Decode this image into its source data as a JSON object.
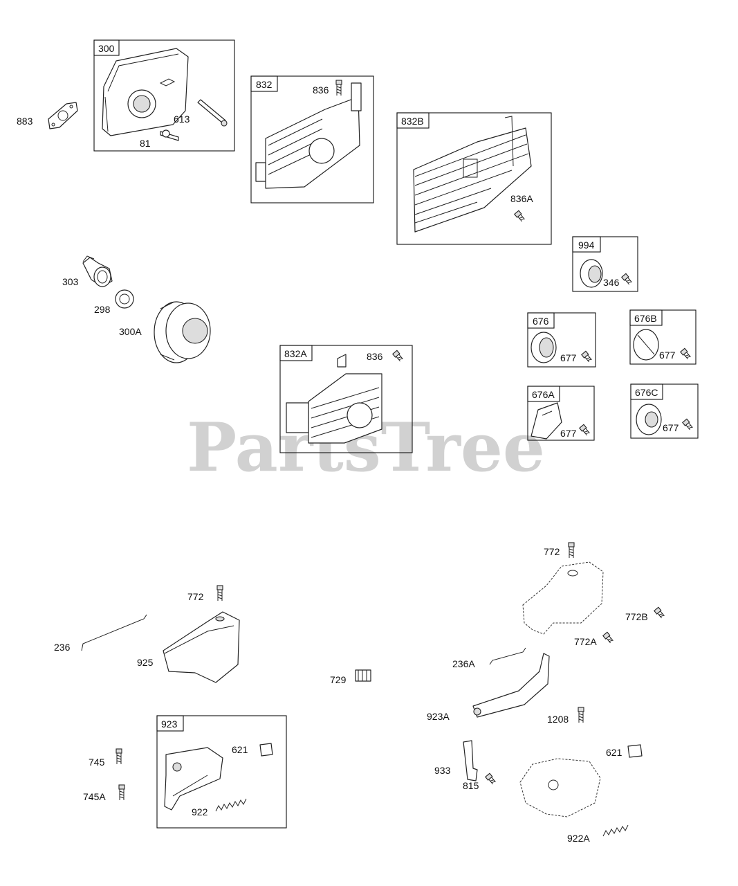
{
  "watermark": "PartsTree",
  "boxes": {
    "b300": "300",
    "b832": "832",
    "b832B": "832B",
    "b994": "994",
    "b676": "676",
    "b676B": "676B",
    "b832A": "832A",
    "b676A": "676A",
    "b676C": "676C",
    "b923": "923"
  },
  "labels": {
    "l883": "883",
    "l613": "613",
    "l81": "81",
    "l836a": "836",
    "l836A": "836A",
    "l346": "346",
    "l303": "303",
    "l298": "298",
    "l300A": "300A",
    "l836b": "836",
    "l677a": "677",
    "l677b": "677",
    "l677c": "677",
    "l677d": "677",
    "l772a": "772",
    "l772b": "772",
    "l772B": "772B",
    "l772A": "772A",
    "l236": "236",
    "l925": "925",
    "l729": "729",
    "l236A": "236A",
    "l923A": "923A",
    "l1208": "1208",
    "l745": "745",
    "l745A": "745A",
    "l621a": "621",
    "l621b": "621",
    "l922": "922",
    "l933": "933",
    "l815": "815",
    "l922A": "922A"
  },
  "icons": [
    "muffler",
    "muffler-guard",
    "heat-shield",
    "spark-arrestor",
    "gasket",
    "bolt",
    "elbow",
    "lock-washer",
    "round-muffler",
    "screen",
    "air-guide",
    "link",
    "governor-lever",
    "spring",
    "bracket",
    "clip"
  ]
}
